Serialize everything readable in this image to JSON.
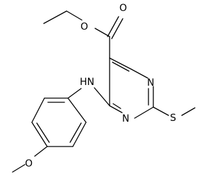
{
  "molecule": {
    "atoms": {
      "carbonyl_oxygen": "O",
      "ester_oxygen": "O",
      "amine_nh": "HN",
      "ring_n1": "N",
      "ring_n3": "N",
      "sulfur": "S",
      "methoxy_oxygen": "O"
    }
  },
  "colors": {
    "bond": "#000000",
    "text": "#000000",
    "background": "#ffffff"
  }
}
